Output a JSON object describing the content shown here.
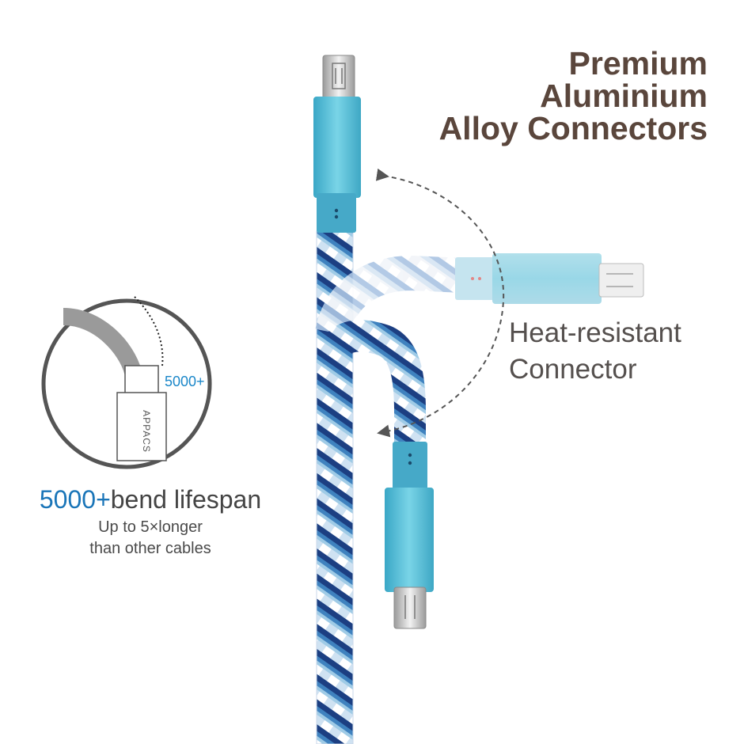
{
  "headline": {
    "line1": "Premium",
    "line2": "Aluminium",
    "line3": "Alloy Connectors"
  },
  "heat": {
    "line1": "Heat-resistant",
    "line2": "Connector"
  },
  "bend": {
    "circle_label": "5000+",
    "brand": "APPACS",
    "title_number": "5000+",
    "title_text": "bend lifespan",
    "sub1": "Up to 5×longer",
    "sub2": "than other cables"
  },
  "colors": {
    "connector": "#5ec3d8",
    "braid_dark": "#1c3f82",
    "braid_mid": "#3f82bf",
    "braid_light": "#9fcbe6",
    "accent_blue": "#1a75b8",
    "headline_brown": "#5a463c"
  }
}
